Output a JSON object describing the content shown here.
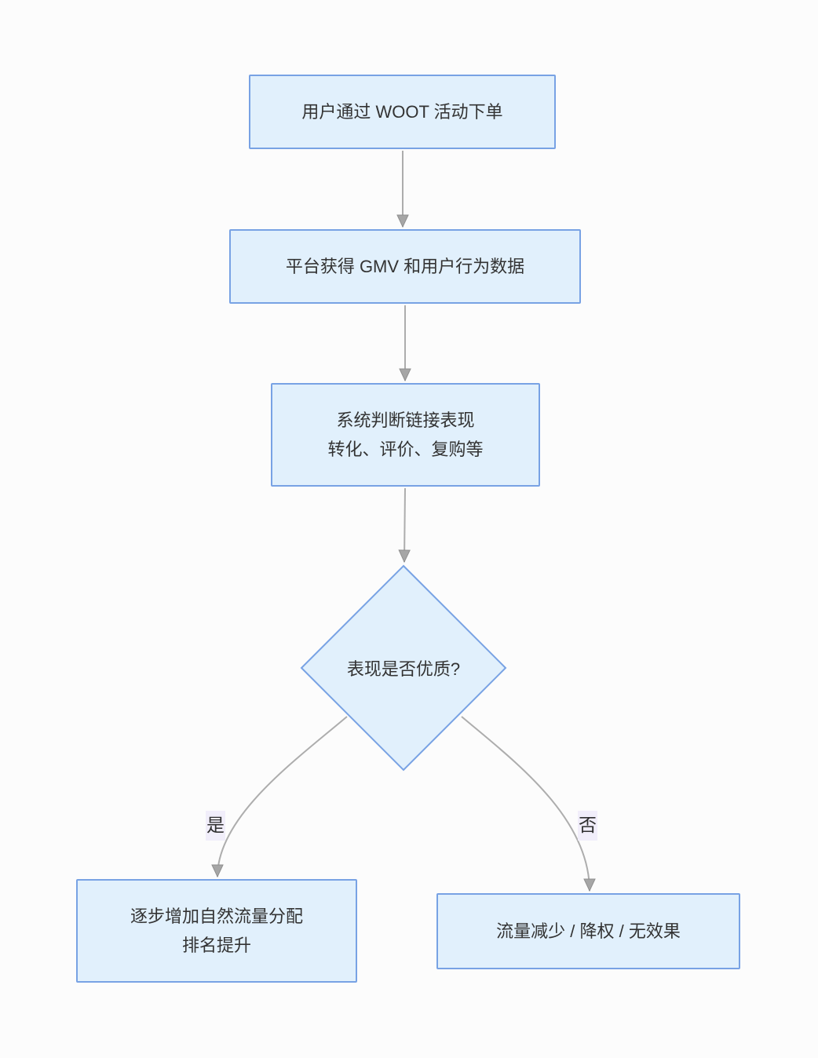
{
  "diagram": {
    "nodes": {
      "order": {
        "label": "用户通过 WOOT 活动下单"
      },
      "gmv": {
        "label": "平台获得 GMV 和用户行为数据"
      },
      "judge": {
        "line1": "系统判断链接表现",
        "line2": "转化、评价、复购等"
      },
      "decision": {
        "label": "表现是否优质?"
      },
      "yes_outcome": {
        "line1": "逐步增加自然流量分配",
        "line2": "排名提升"
      },
      "no_outcome": {
        "label": "流量减少 / 降权 / 无效果"
      }
    },
    "edges": [
      {
        "from": "order",
        "to": "gmv",
        "label": ""
      },
      {
        "from": "gmv",
        "to": "judge",
        "label": ""
      },
      {
        "from": "judge",
        "to": "decision",
        "label": ""
      },
      {
        "from": "decision",
        "to": "yes_outcome",
        "label": "是"
      },
      {
        "from": "decision",
        "to": "no_outcome",
        "label": "否"
      }
    ],
    "colors": {
      "page_bg": "#fcfcfc",
      "node_fill": "#e1f0fc",
      "node_border": "#78a2e4",
      "edge_line": "#adadad",
      "arrow_fill": "#a6a6a6",
      "arrow_stroke": "#8f8f8f",
      "label_bg": "#f1eefa",
      "text": "#333333"
    }
  }
}
